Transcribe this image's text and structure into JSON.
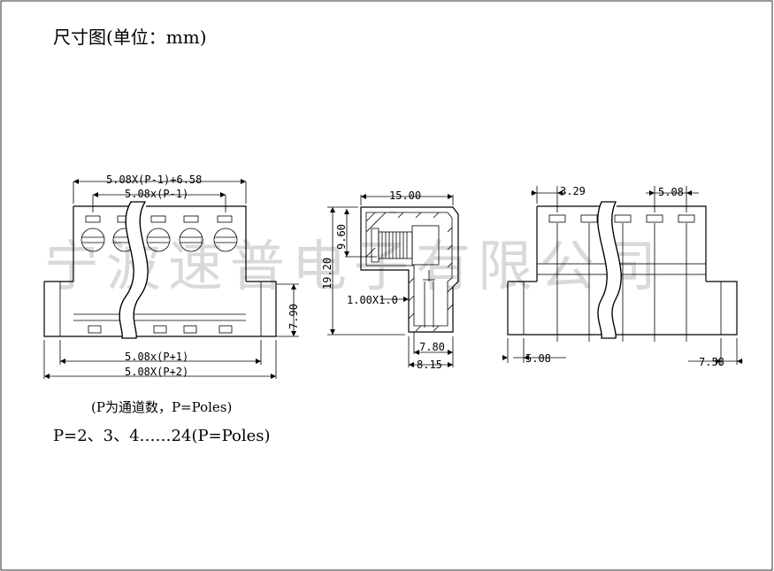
{
  "title": "尺寸图(单位：mm)",
  "watermark": "宁波速普电子有限公司",
  "notes": {
    "poles_note": "(P为通道数，P=Poles)",
    "poles_range": "P=2、3、4……24(P=Poles)"
  },
  "front_view": {
    "dim_top_outer": "5.08X(P-1)+6.58",
    "dim_top_inner": "5.08x(P-1)",
    "dim_height": "7.90",
    "dim_bottom_inner": "5.08x(P+1)",
    "dim_bottom_outer": "5.08X(P+2)"
  },
  "side_view": {
    "dim_width": "15.00",
    "dim_screw_height": "9.60",
    "dim_total_height": "19.20",
    "dim_pin": "1.00X1.0",
    "dim_pin_offset": "7.80",
    "dim_body": "8.15"
  },
  "back_view": {
    "dim_top_left": "3.29",
    "dim_top_right": "5.08",
    "dim_bottom_left": "5.08",
    "dim_bottom_right": "7.58"
  },
  "colors": {
    "line": "#000000",
    "watermark": "#d9d9d9",
    "background": "#ffffff"
  }
}
